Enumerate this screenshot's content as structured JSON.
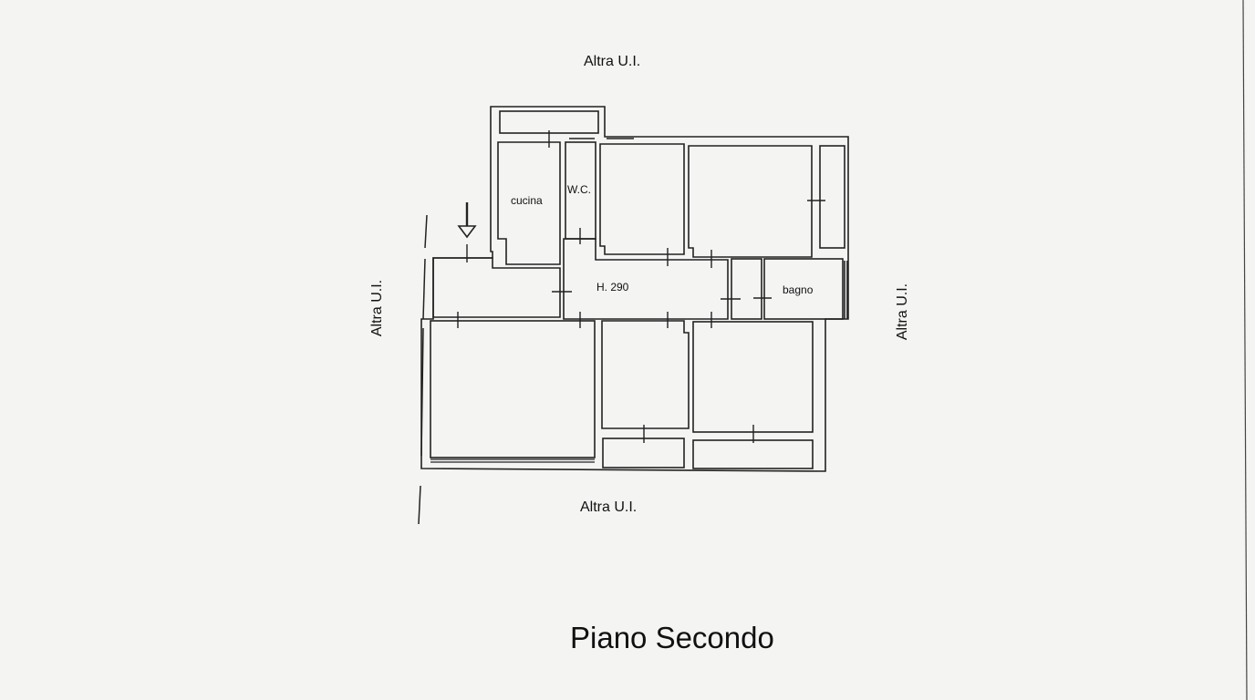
{
  "drawing": {
    "title": "Piano Secondo",
    "neighbors": {
      "top": "Altra U.I.",
      "bottom": "Altra U.I.",
      "left": "Altra U.I.",
      "right": "Altra U.I."
    },
    "rooms": {
      "kitchen": "cucina",
      "wc": "W.C.",
      "hallway_height": "H. 290",
      "bathroom": "bagno"
    },
    "entrance_marker": "arrow-down",
    "colors": {
      "paper": "#f4f4f3",
      "ink": "#222222"
    }
  }
}
